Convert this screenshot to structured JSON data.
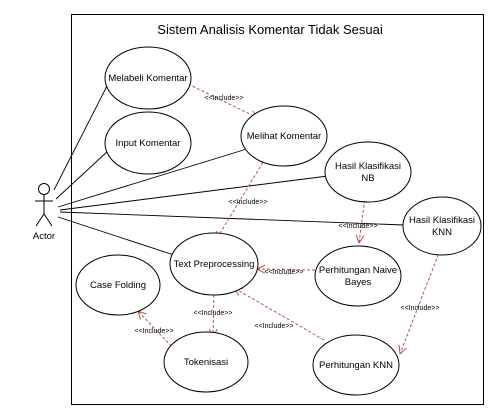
{
  "title": "Sistem Analisis Komentar Tidak Sesuai",
  "actor": {
    "label": "Actor"
  },
  "use_cases": {
    "melabeli": {
      "line1": "Melabeli Komentar"
    },
    "input": {
      "line1": "Input Komentar"
    },
    "melihat": {
      "line1": "Melihat Komentar"
    },
    "nb": {
      "line1": "Hasil Klasifikasi",
      "line2": "NB"
    },
    "knn": {
      "line1": "Hasil Klasifikasi",
      "line2": "KNN"
    },
    "preprocessing": {
      "line1": "Text Preprocessing"
    },
    "naive_bayes": {
      "line1": "Perhitungan Naive",
      "line2": "Bayes"
    },
    "case_folding": {
      "line1": "Case Folding"
    },
    "tokenisasi": {
      "line1": "Tokenisasi"
    },
    "perhitungan_knn": {
      "line1": "Perhitungan KNN"
    }
  },
  "relations": {
    "include_label": "<<Include>>"
  },
  "colors": {
    "dependency": "#b85450",
    "line": "#000000"
  }
}
